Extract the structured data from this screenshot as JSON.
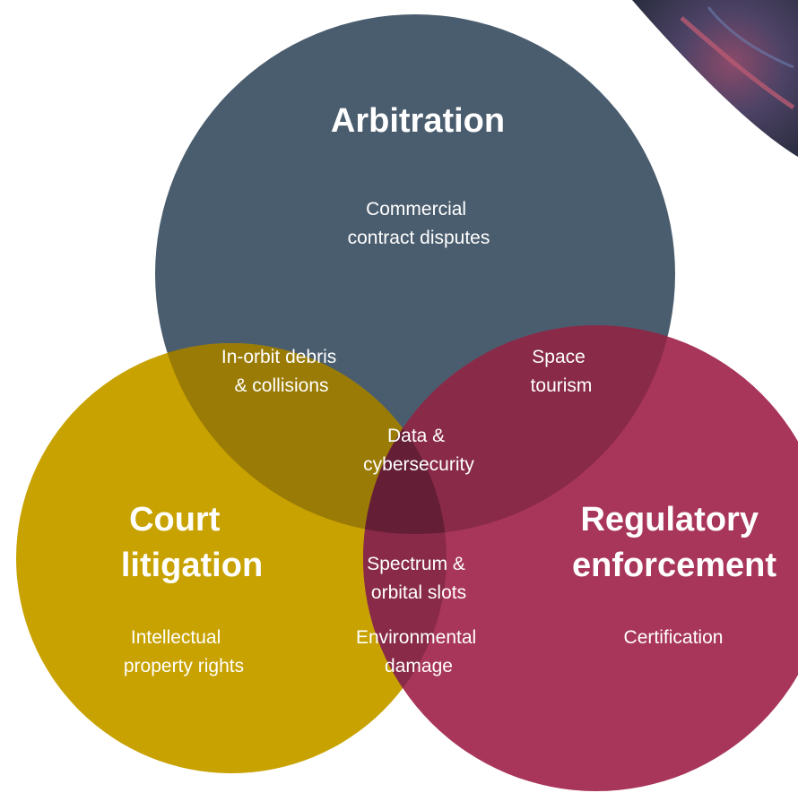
{
  "circles": {
    "arbitration": {
      "title": "Arbitration",
      "item_lines": [
        "Commercial",
        "contract disputes"
      ],
      "color": "#4a5d6e"
    },
    "court": {
      "title_lines": [
        "Court",
        "litigation"
      ],
      "item_lines": [
        "Intellectual",
        "property rights"
      ],
      "color": "#c8a200"
    },
    "regulatory": {
      "title_lines": [
        "Regulatory",
        "enforcement"
      ],
      "item_lines": [
        "Certification"
      ],
      "color": "#a8365a"
    }
  },
  "overlaps": {
    "arbitration_court": {
      "lines": [
        "In-orbit debris",
        "& collisions"
      ],
      "color": "#9a7b05"
    },
    "arbitration_regulatory": {
      "lines": [
        "Space",
        "tourism"
      ],
      "color": "#882a48"
    },
    "court_regulatory": {
      "item1_lines": [
        "Spectrum &",
        "orbital slots"
      ],
      "item2_lines": [
        "Environmental",
        "damage"
      ],
      "color": "#882a48"
    },
    "center": {
      "lines": [
        "Data &",
        "cybersecurity"
      ],
      "color": "#641e35"
    }
  },
  "decoration": {
    "corner_image": "space-nebula-photo"
  }
}
